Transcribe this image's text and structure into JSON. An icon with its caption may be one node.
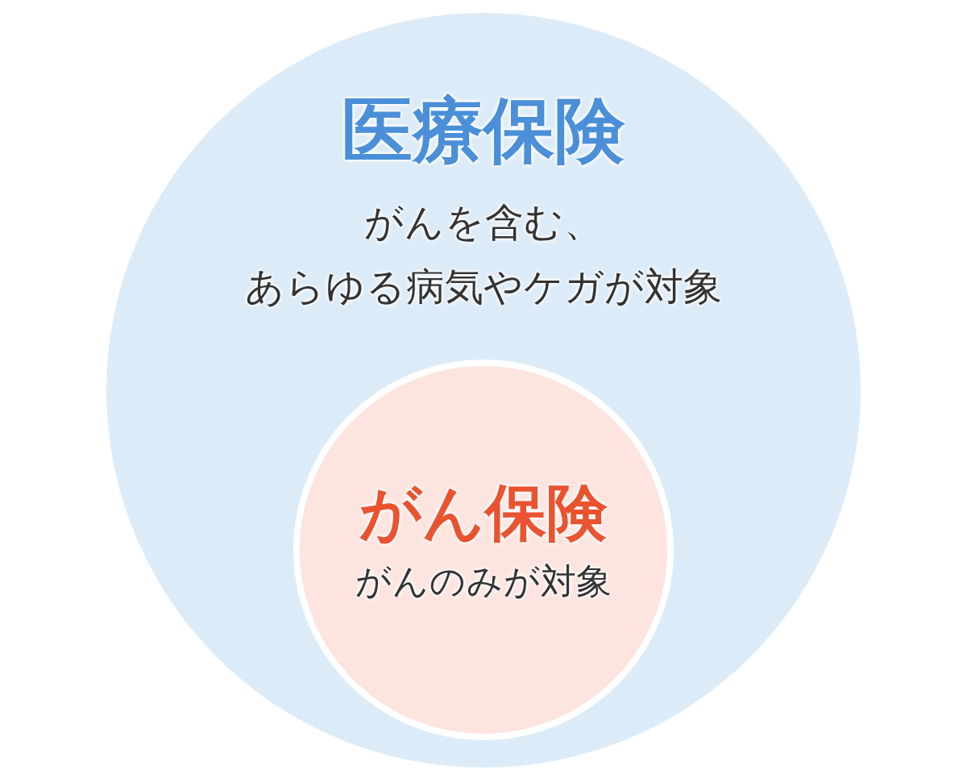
{
  "diagram": {
    "nodes": [
      {
        "text": [
          "医療保険",
          "がんを含む、あらゆる病気やケガが対象"
        ]
      },
      {
        "text": [
          "がん保険",
          "がんのみが対象"
        ],
        "in": 0
      }
    ]
  }
}
